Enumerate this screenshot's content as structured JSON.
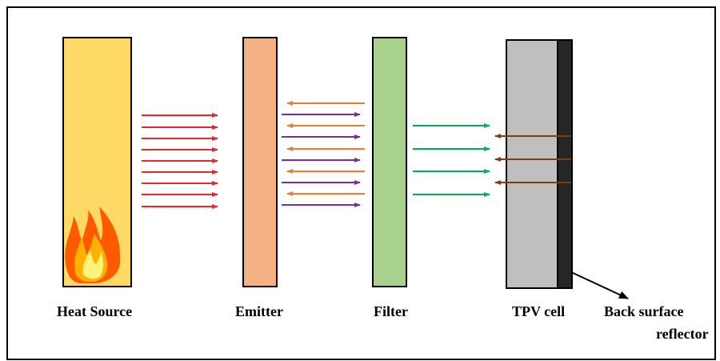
{
  "labels": {
    "heat_source": "Heat Source",
    "emitter": "Emitter",
    "filter": "Filter",
    "tpv_cell": "TPV cell",
    "back_surface_line1": "Back surface",
    "back_surface_line2": "reflector"
  },
  "colors": {
    "heat_source_fill": "#FFD966",
    "emitter_fill": "#F4B183",
    "filter_fill": "#A9D18E",
    "tpv_fill": "#BFBFBF",
    "reflector_fill": "#262626",
    "red_arrow": "#E8262E",
    "orange_arrow": "#ED7D31",
    "purple_arrow": "#7030A0",
    "green_arrow": "#00B050",
    "brown_arrow": "#843C0C"
  },
  "icons": {
    "flame": "flame-icon"
  }
}
